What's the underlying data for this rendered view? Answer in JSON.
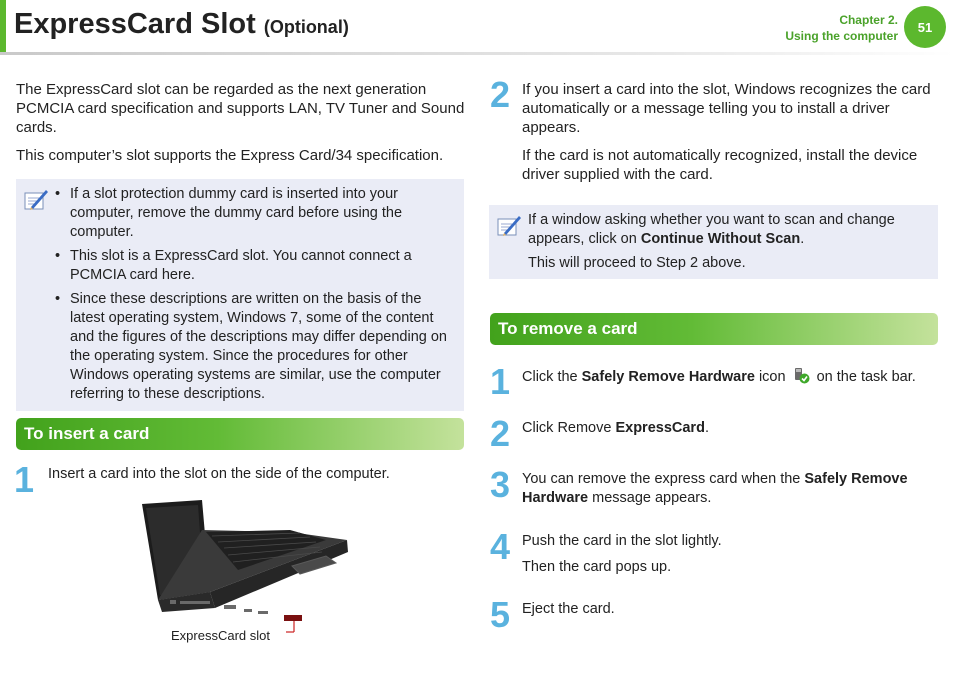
{
  "header": {
    "title": "ExpressCard Slot",
    "title_suffix": "(Optional)",
    "chapter": "Chapter 2.",
    "chapter_title": "Using the computer",
    "page_number": "51",
    "accent_color": "#5cb82e"
  },
  "intro": {
    "p1": "The ExpressCard slot can be regarded as the next generation PCMCIA card specification and supports LAN, TV Tuner and Sound cards.",
    "p2": "This computer’s slot supports the Express Card/34 specification."
  },
  "note_left": {
    "icon": "memo-pen-icon",
    "bullets": [
      "If a slot protection dummy card is inserted into your computer, remove the dummy card before using the computer.",
      "This slot is a ExpressCard slot. You cannot connect a PCMCIA card here.",
      "Since these descriptions are written on the basis of the latest operating system, Windows 7, some of the content and the figures of the descriptions may differ depending on the operating system. Since the procedures for other Windows operating systems are similar, use the computer referring to these descriptions."
    ]
  },
  "insert": {
    "heading": "To insert a card",
    "step1_num": "1",
    "step1_text": "Insert a card into the slot on the side of the computer.",
    "figure_caption": "ExpressCard slot"
  },
  "step2": {
    "num": "2",
    "text": "If you insert a card into the slot, Windows recognizes the card automatically or a message telling you to install a driver appears.",
    "text2": "If the card is not automatically recognized, install the device driver supplied with the card."
  },
  "note_right": {
    "icon": "memo-pen-icon",
    "line_a": "If a window asking whether you want to scan and change appears, click on ",
    "line_a_bold": "Continue Without Scan",
    "line_a_end": ".",
    "line_b": "This will proceed to Step 2 above."
  },
  "remove": {
    "heading": "To remove a card",
    "steps": [
      {
        "num": "1",
        "pre": "Click the ",
        "bold": "Safely Remove Hardware",
        "post": " icon",
        "post2": " on the task bar."
      },
      {
        "num": "2",
        "pre": "Click Remove ",
        "bold": "ExpressCard",
        "post": "."
      },
      {
        "num": "3",
        "pre": "You can remove the express card when the ",
        "bold": "Safely Remove Hardware",
        "post": " message appears."
      },
      {
        "num": "4",
        "pre": "Push the card in the slot lightly.",
        "line2": "Then the card pops up."
      },
      {
        "num": "5",
        "pre": "Eject the card."
      }
    ]
  }
}
